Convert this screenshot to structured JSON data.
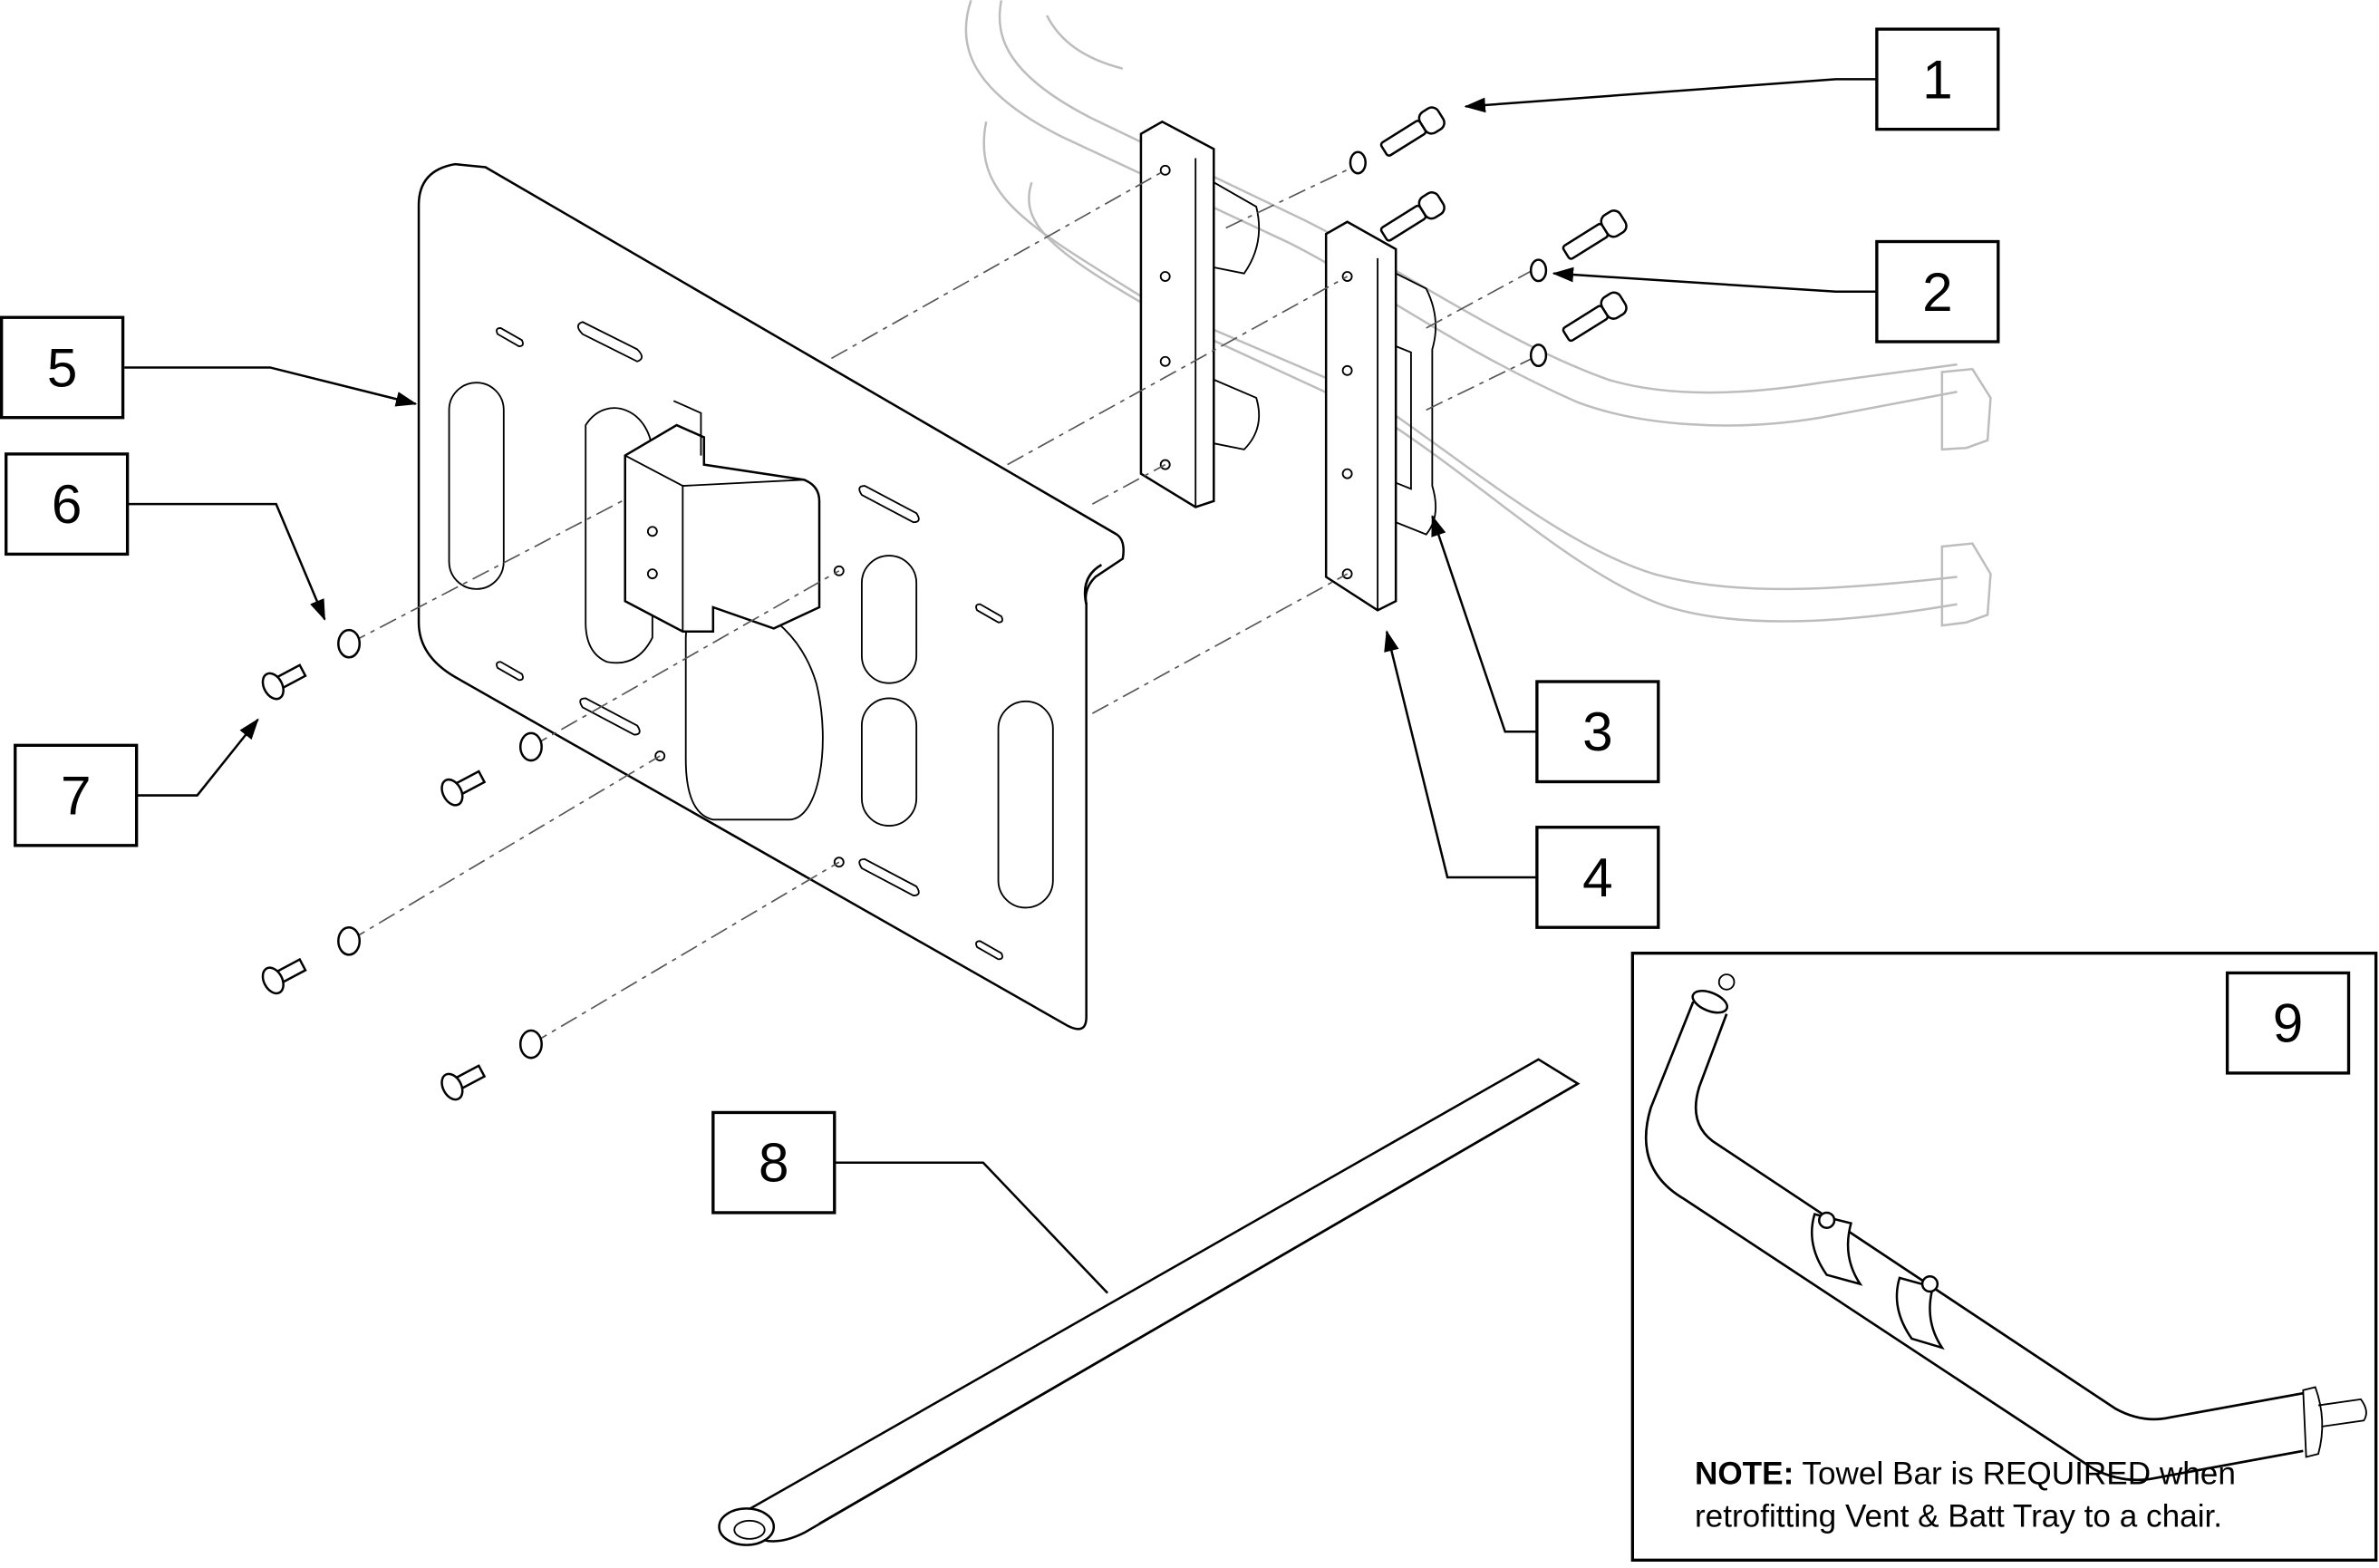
{
  "diagram": {
    "type": "exploded-parts-view",
    "callouts": [
      {
        "number": "1",
        "part": "cap screw"
      },
      {
        "number": "2",
        "part": "lock washer"
      },
      {
        "number": "3",
        "part": "clamp block"
      },
      {
        "number": "4",
        "part": "clamp block"
      },
      {
        "number": "5",
        "part": "mounting plate"
      },
      {
        "number": "6",
        "part": "washer"
      },
      {
        "number": "7",
        "part": "button head screw"
      },
      {
        "number": "8",
        "part": "strap"
      },
      {
        "number": "9",
        "part": "towel bar"
      }
    ],
    "inset": {
      "callout": "9",
      "note_label": "NOTE:",
      "note_line1": " Towel Bar is REQUIRED when",
      "note_line2": "retrofitting Vent & Batt Tray to a chair."
    }
  }
}
